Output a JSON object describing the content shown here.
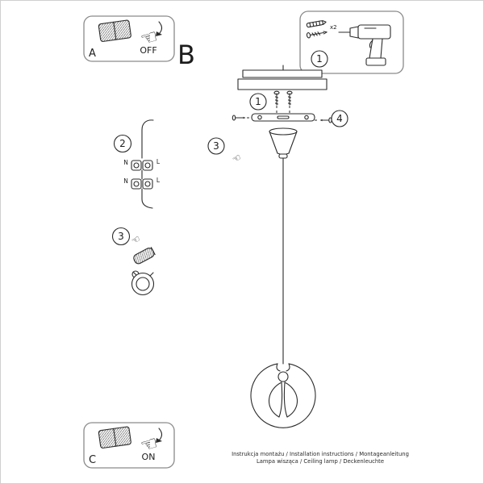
{
  "page": {
    "background": "#ffffff",
    "border_color": "#cfcfcf",
    "line_color": "#2b2b2b"
  },
  "section_label": "B",
  "panel_a": {
    "label": "A",
    "switch_state": "OFF"
  },
  "panel_c": {
    "label": "C",
    "switch_state": "ON"
  },
  "tools": {
    "step": "1",
    "quantity": "x2"
  },
  "diagram": {
    "step_canopy_screws": "1",
    "step_hold_canopy": "3",
    "step_bracket_screws": "4"
  },
  "connector": {
    "step": "2",
    "n_top": "N",
    "l_top": "L",
    "n_bottom": "N",
    "l_bottom": "L"
  },
  "cable_grip": {
    "step": "3"
  },
  "icons": {
    "press_hand": "☜",
    "hold_hand": "☜",
    "pinch_hand": "☜"
  },
  "footer": {
    "line1": "Instrukcja montażu / Installation instructions / Montageanleitung",
    "line2": "Lampa wisząca / Ceiling lamp / Deckenleuchte"
  }
}
